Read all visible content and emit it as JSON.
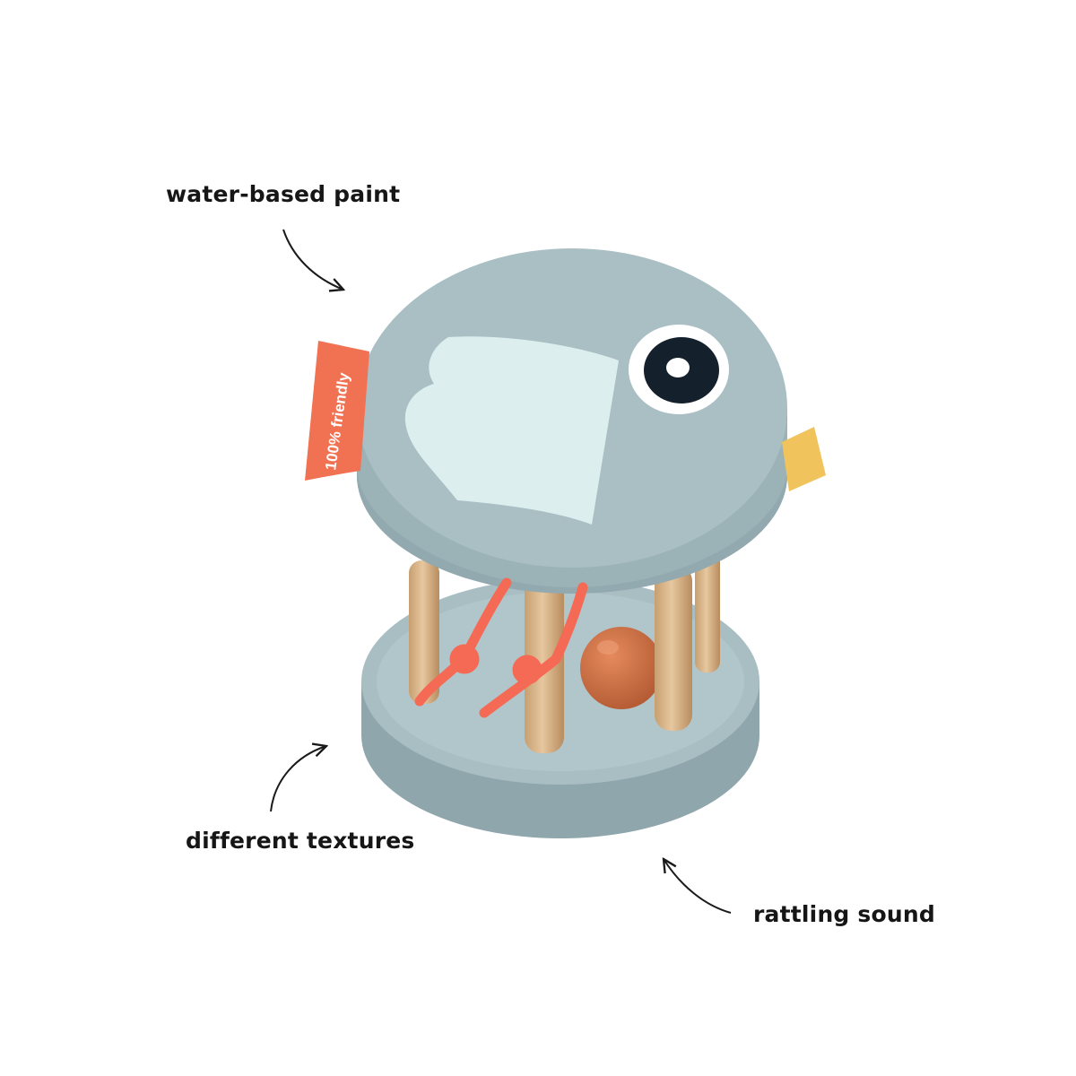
{
  "callouts": {
    "paint": "water-based paint",
    "textures": "different textures",
    "sound": "rattling sound"
  },
  "product": {
    "tag_text": "100% friendly",
    "colors": {
      "body_blue": "#a9bfc4",
      "body_shadow": "#93aab0",
      "wing": "#dcefee",
      "eye_white": "#ffffff",
      "eye_pupil": "#14212d",
      "tag_coral": "#f07252",
      "beak_yellow": "#f0c35c",
      "cord_coral": "#f46a55",
      "wood": "#d9b88e",
      "bead": "#c8673e"
    }
  }
}
